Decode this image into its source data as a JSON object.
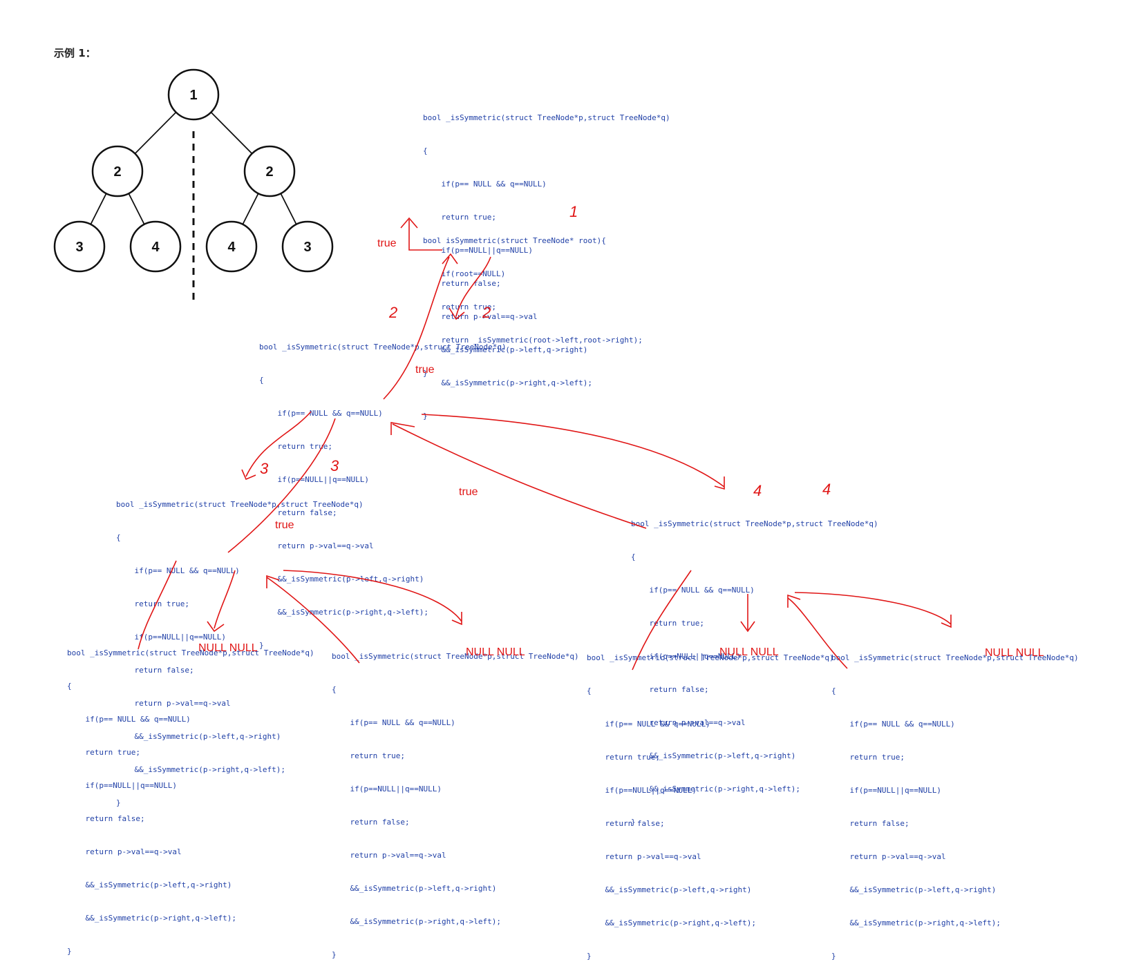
{
  "page_title": "示例 1：",
  "tree": {
    "nodes": [
      {
        "id": "n1",
        "label": "1"
      },
      {
        "id": "n2l",
        "label": "2"
      },
      {
        "id": "n2r",
        "label": "2"
      },
      {
        "id": "n3l",
        "label": "3"
      },
      {
        "id": "n4l",
        "label": "4"
      },
      {
        "id": "n4r",
        "label": "4"
      },
      {
        "id": "n3r",
        "label": "3"
      }
    ]
  },
  "code_top": {
    "helper_lines": [
      "bool _isSymmetric(struct TreeNode*p,struct TreeNode*q)",
      "{",
      "    if(p== NULL && q==NULL)",
      "    return true;",
      "    if(p==NULL||q==NULL)",
      "    return false;",
      "    return p->val==q->val",
      "    &&_isSymmetric(p->left,q->right)",
      "    &&_isSymmetric(p->right,q->left);",
      "}"
    ],
    "main_lines": [
      "bool isSymmetric(struct TreeNode* root){",
      "    if(root==NULL)",
      "    return true;",
      "    return _isSymmetric(root->left,root->right);",
      "}"
    ]
  },
  "helper_block_lines": [
    "bool _isSymmetric(struct TreeNode*p,struct TreeNode*q)",
    "{",
    "    if(p== NULL && q==NULL)",
    "    return true;",
    "    if(p==NULL||q==NULL)",
    "    return false;",
    "    return p->val==q->val",
    "    &&_isSymmetric(p->left,q->right)",
    "    &&_isSymmetric(p->right,q->left);",
    "}"
  ],
  "annotations": {
    "true_1": "true",
    "true_2": "true",
    "true_3": "true",
    "true_4": "true",
    "null_1": "NULL NULL",
    "null_2": "NULL NULL",
    "null_3": "NULL NULL",
    "null_4": "NULL NULL",
    "digit_1": "1",
    "digit_2a": "2",
    "digit_2b": "2",
    "digit_3a": "3",
    "digit_3b": "3",
    "digit_4a": "4",
    "digit_4b": "4"
  },
  "colors": {
    "code_blue": "#1f3fa6",
    "code_purple": "#7a2fb0",
    "annotation_red": "#e01515",
    "tree_black": "#111111"
  }
}
